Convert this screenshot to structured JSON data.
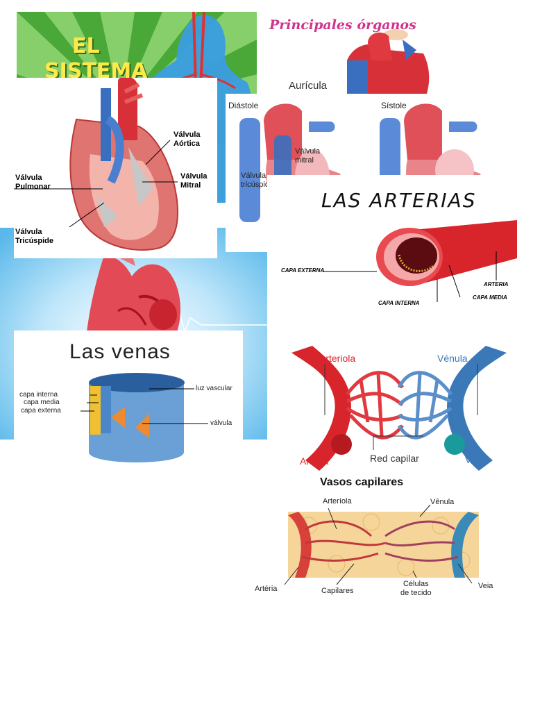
{
  "cover": {
    "title_line1": "EL",
    "title_line2": "SISTEMA"
  },
  "organs": {
    "title": "Principales órganos",
    "label": "Aurícula"
  },
  "heart_valves": {
    "aortic": [
      "Válvula",
      "Aórtica"
    ],
    "pulmonary": [
      "Válvula",
      "Pulmonar"
    ],
    "mitral": [
      "Válvula",
      "Mitral"
    ],
    "tricuspid": [
      "Válvula",
      "Tricúspide"
    ]
  },
  "cycle": {
    "diastole": "Diástole",
    "systole": "Sístole",
    "mitral": [
      "Válvula",
      "mitral"
    ],
    "tricuspid": [
      "Válvula",
      "tricúspide"
    ]
  },
  "arteries": {
    "title": "LAS ARTERIAS",
    "outer_layer": "CAPA EXTERNA",
    "inner_layer": "CAPA INTERNA",
    "middle_layer": "CAPA MEDIA",
    "artery": "ARTERIA"
  },
  "veins": {
    "title": "Las venas",
    "inner_layer": "capa interna",
    "middle_layer": "capa media",
    "outer_layer": "capa externa",
    "lumen": "luz vascular",
    "valve": "válvula"
  },
  "capillary_network": {
    "arteriole": "Arteriola",
    "venule": "Vénula",
    "artery": "Arteria",
    "network": "Red capilar",
    "vein": "Vena"
  },
  "capillaries": {
    "title": "Vasos capilares",
    "arteriole": "Arteríola",
    "venule": "Vênula",
    "artery": "Artéria",
    "capillaries": "Capilares",
    "tissue_cells": [
      "Células",
      "de tecido"
    ],
    "vein": "Veia"
  },
  "colors": {
    "artery_red": "#d8242b",
    "vein_blue": "#3a78b8",
    "green_rays": "#5cb84a",
    "pink_title": "#d0338c",
    "sky_blue": "#6fc3ee"
  }
}
